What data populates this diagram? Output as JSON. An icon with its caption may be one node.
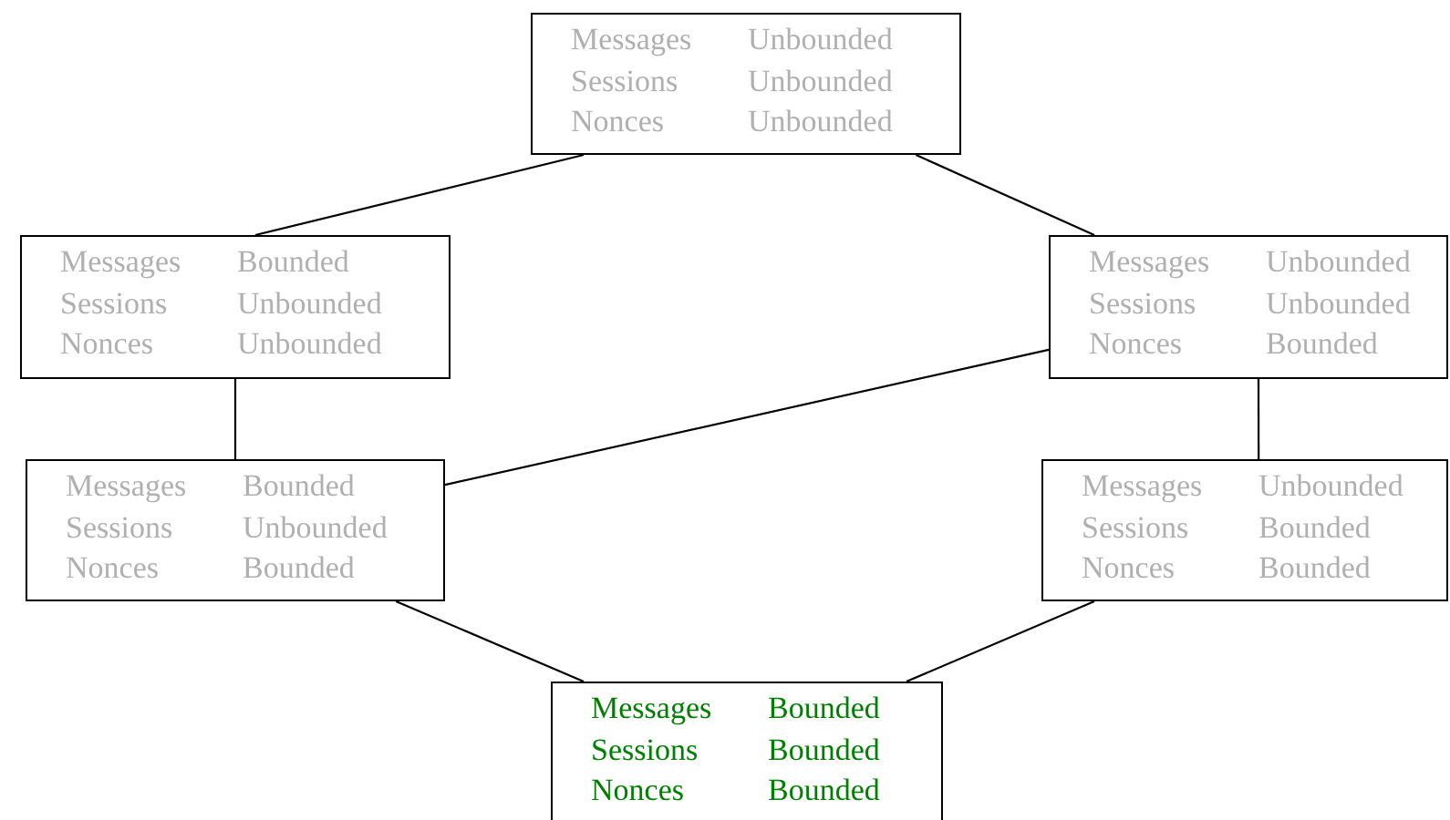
{
  "diagram": {
    "nodes": [
      {
        "text": [
          "Messages",
          "Unbounded",
          "Sessions",
          "Unbounded",
          "Nonces",
          "Unbounded"
        ]
      },
      {
        "text": [
          "Messages",
          "Bounded",
          "Sessions",
          "Unbounded",
          "Nonces",
          "Unbounded"
        ]
      },
      {
        "text": [
          "Messages",
          "Unbounded",
          "Sessions",
          "Unbounded",
          "Nonces",
          "Bounded"
        ]
      },
      {
        "text": [
          "Messages",
          "Bounded",
          "Sessions",
          "Unbounded",
          "Nonces",
          "Bounded"
        ]
      },
      {
        "text": [
          "Messages",
          "Unbounded",
          "Sessions",
          "Bounded",
          "Nonces",
          "Bounded"
        ]
      },
      {
        "text": [
          "Messages",
          "Bounded",
          "Sessions",
          "Bounded",
          "Nonces",
          "Bounded"
        ]
      }
    ],
    "edges": [
      {
        "from": 0,
        "to": 1,
        "arrow": "none"
      },
      {
        "from": 0,
        "to": 2,
        "arrow": "none"
      },
      {
        "from": 1,
        "to": 3,
        "arrow": "none"
      },
      {
        "from": 2,
        "to": 3,
        "arrow": "none"
      },
      {
        "from": 2,
        "to": 4,
        "arrow": "none"
      },
      {
        "from": 3,
        "to": 5,
        "arrow": "none"
      },
      {
        "from": 4,
        "to": 5,
        "arrow": "none"
      }
    ]
  }
}
